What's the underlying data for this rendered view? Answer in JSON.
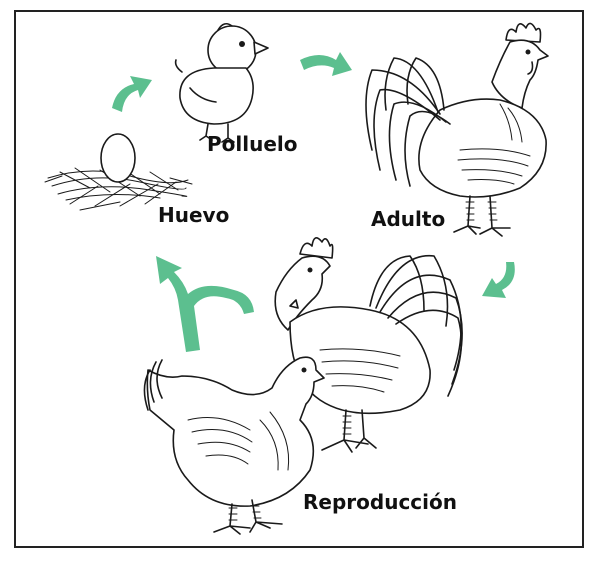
{
  "stages": {
    "egg": "Huevo",
    "chick": "Polluelo",
    "adult": "Adulto",
    "reproduction": "Reproducción"
  },
  "colors": {
    "arrow": "#5cbf8f",
    "line": "#1a1a1a",
    "frame": "#222222"
  }
}
